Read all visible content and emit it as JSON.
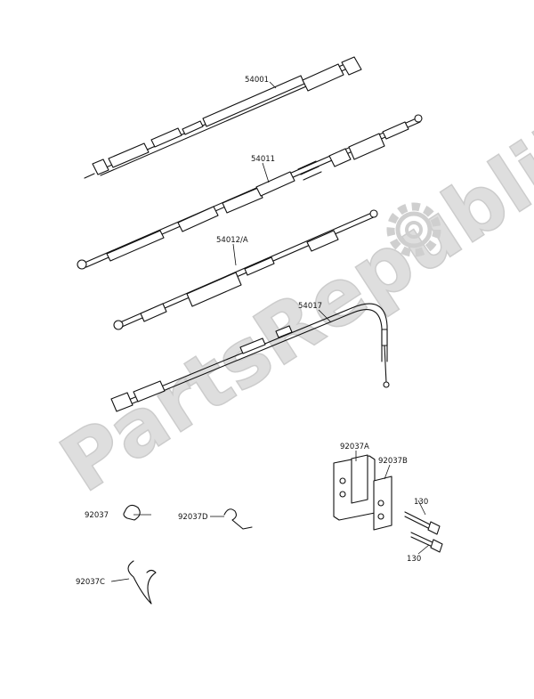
{
  "watermark": {
    "text": "PartsRepublik",
    "color": "#d9d9d9"
  },
  "labels": {
    "p54001": "54001",
    "p54011": "54011",
    "p54012A": "54012/A",
    "p54017": "54017",
    "p92037A": "92037A",
    "p92037B": "92037B",
    "p92037": "92037",
    "p92037D": "92037D",
    "p92037C": "92037C",
    "p130a": "130",
    "p130b": "130"
  }
}
